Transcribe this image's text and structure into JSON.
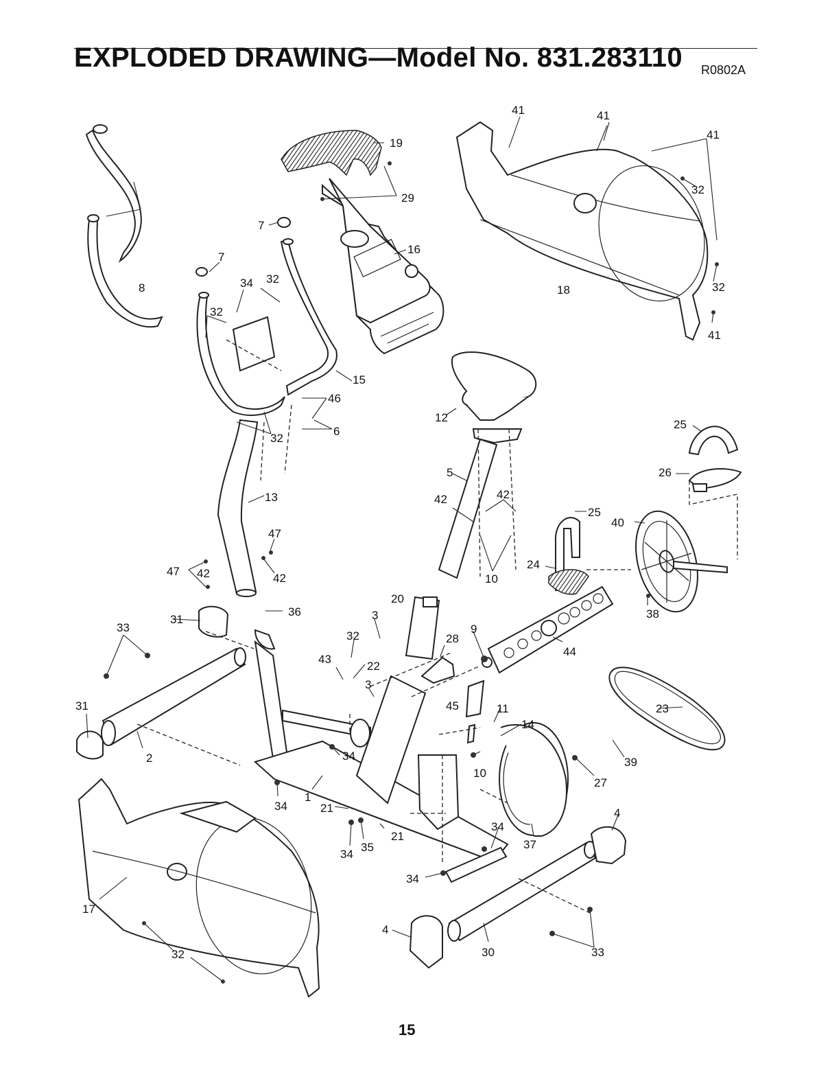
{
  "header": {
    "title": "EXPLODED DRAWING—Model No. 831.283110",
    "code": "R0802A"
  },
  "footer": {
    "page_number": "15"
  },
  "callouts": {
    "c1": "1",
    "c2": "2",
    "c3a": "3",
    "c3b": "3",
    "c4a": "4",
    "c4b": "4",
    "c5": "5",
    "c6": "6",
    "c7a": "7",
    "c7b": "7",
    "c8": "8",
    "c9": "9",
    "c10a": "10",
    "c10b": "10",
    "c11": "11",
    "c12": "12",
    "c13": "13",
    "c14": "14",
    "c15": "15",
    "c16": "16",
    "c17": "17",
    "c18": "18",
    "c19": "19",
    "c20": "20",
    "c21a": "21",
    "c21b": "21",
    "c22": "22",
    "c23": "23",
    "c24": "24",
    "c25a": "25",
    "c25b": "25",
    "c26": "26",
    "c27": "27",
    "c28": "28",
    "c29": "29",
    "c30": "30",
    "c31a": "31",
    "c31b": "31",
    "c32a": "32",
    "c32b": "32",
    "c32c": "32",
    "c32d": "32",
    "c32e": "32",
    "c32f": "32",
    "c32g": "32",
    "c33a": "33",
    "c33b": "33",
    "c34a": "34",
    "c34b": "34",
    "c34c": "34",
    "c34d": "34",
    "c34e": "34",
    "c34f": "34",
    "c35": "35",
    "c36": "36",
    "c37": "37",
    "c38": "38",
    "c39": "39",
    "c40": "40",
    "c41a": "41",
    "c41b": "41",
    "c41c": "41",
    "c41d": "41",
    "c42a": "42",
    "c42b": "42",
    "c42c": "42",
    "c42d": "42",
    "c43": "43",
    "c44": "44",
    "c45": "45",
    "c46": "46",
    "c47a": "47",
    "c47b": "47"
  }
}
